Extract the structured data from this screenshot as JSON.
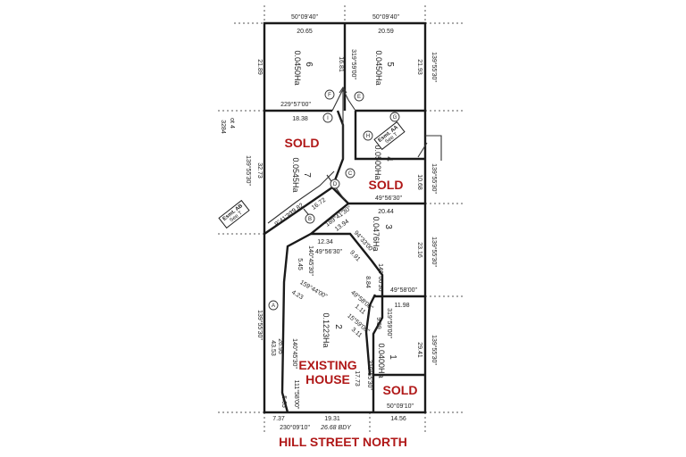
{
  "street_name": "HILL STREET NORTH",
  "sold_label": "SOLD",
  "existing_house": [
    "EXISTING",
    "HOUSE"
  ],
  "lots": [
    {
      "number": "6",
      "area": "0.0450Ha"
    },
    {
      "number": "5",
      "area": "0.0450Ha"
    },
    {
      "number": "7",
      "area": "0.0545Ha"
    },
    {
      "number": "4",
      "area": "0.0500Ha"
    },
    {
      "number": "3",
      "area": "0.0476Ha"
    },
    {
      "number": "2",
      "area": "0.1223Ha"
    },
    {
      "number": "1",
      "area": "0.0400Ha"
    }
  ],
  "bearings": {
    "top_left": "50°09'40\"",
    "top_right": "50°09'40\"",
    "b139_left_upper": "139°55'30\"",
    "b139_left_mid": "139°55'30\"",
    "b139_left_lower": "139°55'30\"",
    "b139_right_1": "139°55'30\"",
    "b139_right_2": "139°55'30\"",
    "b139_right_3": "139°55'30\"",
    "b139_right_4": "139°55'30\"",
    "b319_top": "319°59'00\"",
    "b319_lot2": "319°59'00\"",
    "b319_lot1": "319°55'30\"",
    "b229": "229°57'00\"",
    "b49_56_lot4": "49°56'30\"",
    "b49_56_lot3": "49°56'30\"",
    "b49_58_lot3": "49°58'00\"",
    "b49_58_lot2": "49°58'00\"",
    "b94": "94°33'00\"",
    "b140_lot3": "140°00'30\"",
    "b140_45": "140°45'30\"",
    "b159": "159°44'00\"",
    "b140_45_lower": "140°45'30\"",
    "b111": "111°58'00\"",
    "b15": "15°59'00\"",
    "b189": "189°41'30\"",
    "b9": "9°41'30\"",
    "b50_09_10": "50°09'10\"",
    "b230": "230°09'10\""
  },
  "distances": {
    "top_6": "20.65",
    "top_5": "20.59",
    "left_6": "21.89",
    "right_5": "21.93",
    "mid_16_81": "16.81",
    "d18_38": "18.38",
    "left_7": "32.73",
    "right_4": "10.68",
    "d19_82": "19.82",
    "d16_72": "16.72",
    "d13_94": "13.94",
    "d20_44": "20.44",
    "d12_34": "12.34",
    "d9_91": "9.91",
    "d8_84": "8.84",
    "d23_16": "23.16",
    "d11_98": "11.98",
    "d5_45": "5.45",
    "d4_23": "4.23",
    "d1_11": "1.11",
    "d9_89": "9.89",
    "d3_11": "3.11",
    "d43_53": "43.53",
    "d26_95": "26.95",
    "d29_41": "29.41",
    "d17_73": "17.73",
    "d5_65": "5.65",
    "d7_37": "7.37",
    "d19_31": "19.31",
    "d14_56": "14.56",
    "boundary": "26.68 BDY"
  },
  "easement_markers": [
    "A",
    "B",
    "C",
    "D",
    "E",
    "F",
    "G",
    "H",
    "I"
  ],
  "easement_tags": {
    "aa_title": "Esmt. AA",
    "aa_sub": "See T",
    "ab_title": "Esmt. AB",
    "ab_sub": "See T"
  },
  "adjacent_lot": [
    "ot 4",
    "3284"
  ]
}
